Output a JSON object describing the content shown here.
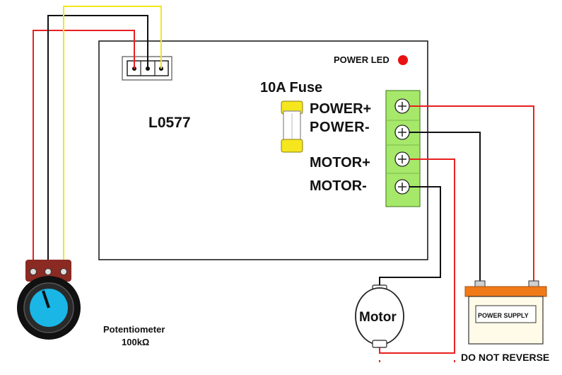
{
  "board": {
    "id": "L0577",
    "fuse_label": "10A Fuse",
    "power_led_label": "POWER LED",
    "led_color": "#e81010"
  },
  "terminals": [
    {
      "label": "POWER+"
    },
    {
      "label": "POWER-"
    },
    {
      "label": "MOTOR+"
    },
    {
      "label": "MOTOR-"
    }
  ],
  "potentiometer": {
    "label": "Potentiometer",
    "value": "100kΩ",
    "knob_color": "#19b6e6"
  },
  "motor": {
    "label": "Motor"
  },
  "power_supply": {
    "label": "POWER SUPPLY",
    "warning": "DO NOT REVERSE"
  },
  "colors": {
    "wire_red": "#e82020",
    "wire_black": "#111111",
    "wire_yellow": "#f2e81a",
    "terminal_green": "#a6e86a",
    "fuse_yellow": "#f5e61e",
    "pot_body": "#8a2a22"
  }
}
